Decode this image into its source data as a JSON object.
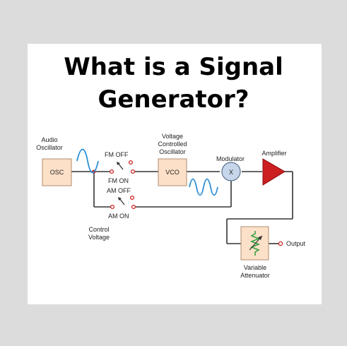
{
  "title": {
    "line1": "What is a Signal",
    "line2": "Generator?"
  },
  "diagram": {
    "audio_oscillator_label": [
      "Audio",
      "Oscillator"
    ],
    "osc_box": "OSC",
    "fm_off": "FM OFF",
    "fm_on": "FM ON",
    "am_off": "AM OFF",
    "am_on": "AM ON",
    "vco_label": [
      "Voltage",
      "Controlled",
      "Oscillator"
    ],
    "vco_box": "VCO",
    "modulator_label": "Modulator",
    "modulator_symbol": "X",
    "amplifier_label": "Amplifier",
    "control_voltage_label": [
      "Control",
      "Voltage"
    ],
    "output_label": "Output",
    "attenuator_label": [
      "Variable",
      "Attenuator"
    ]
  },
  "colors": {
    "background": "#dcdcdc",
    "card": "#ffffff",
    "box_fill": "#fde0c8",
    "box_stroke": "#b08c70",
    "modulator_fill": "#c7d6ea",
    "amplifier_fill": "#cc1f1f",
    "wave": "#2a8fd6",
    "switch_dot": "#d02020",
    "resistor": "#2a9d3a"
  }
}
